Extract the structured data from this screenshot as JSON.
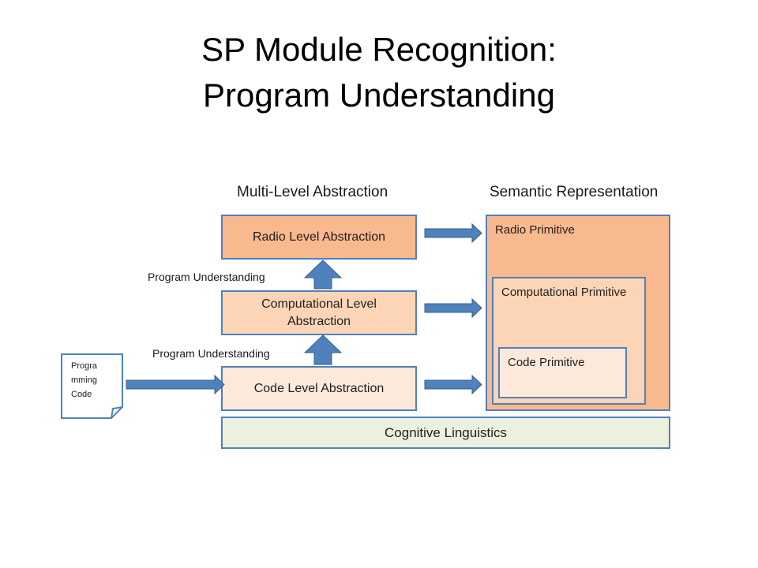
{
  "title": {
    "line1": "SP Module Recognition:",
    "line2": "Program Understanding"
  },
  "headings": {
    "left": "Multi-Level Abstraction",
    "right": "Semantic Representation"
  },
  "abstractions": {
    "radio": "Radio Level Abstraction",
    "computational": "Computational Level Abstraction",
    "code": "Code Level Abstraction"
  },
  "primitives": {
    "radio": "Radio Primitive",
    "computational": "Computational Primitive",
    "code": "Code Primitive"
  },
  "flow_labels": {
    "upper": "Program Understanding",
    "lower": "Program Understanding"
  },
  "source_document": {
    "line1": "Progra",
    "line2": "mming",
    "line3": "Code"
  },
  "foundation": "Cognitive Linguistics",
  "colors": {
    "border": "#4f81bd",
    "arrow": "#4f81bd",
    "radio_fill": "#f9b98e",
    "computational_fill": "#fcd5b7",
    "code_fill": "#fde9da",
    "foundation_fill": "#ebf1de"
  }
}
